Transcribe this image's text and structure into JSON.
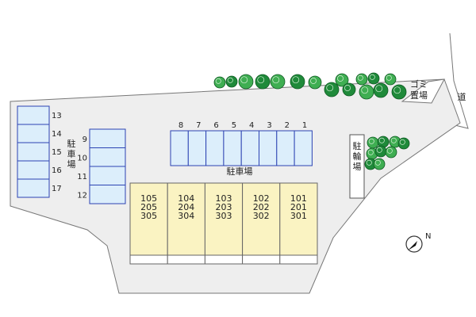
{
  "colors": {
    "site": "#eeeeee",
    "site_outline": "#777777",
    "parking_fill": "#dceefb",
    "parking_stroke": "#2c43b3",
    "building_fill": "#faf3c2",
    "building_stroke": "#666666",
    "tree_dark": "#1f8a3a",
    "tree_light": "#3fae52"
  },
  "labels": {
    "parking_main": "駐車場",
    "parking_side": "駐車場",
    "bicycle": "駐輪場",
    "garbage": "ゴミ置場",
    "road": "道"
  },
  "left_slots": [
    "13",
    "14",
    "15",
    "16",
    "17"
  ],
  "mid_slots": [
    "9",
    "10",
    "11",
    "12"
  ],
  "top_slots": [
    "8",
    "7",
    "6",
    "5",
    "4",
    "3",
    "2",
    "1"
  ],
  "building_units": [
    [
      "105",
      "205",
      "305"
    ],
    [
      "104",
      "204",
      "304"
    ],
    [
      "103",
      "203",
      "303"
    ],
    [
      "102",
      "202",
      "302"
    ],
    [
      "101",
      "201",
      "301"
    ]
  ],
  "compass": {
    "icon": "north-arrow-icon",
    "letter": "N"
  }
}
